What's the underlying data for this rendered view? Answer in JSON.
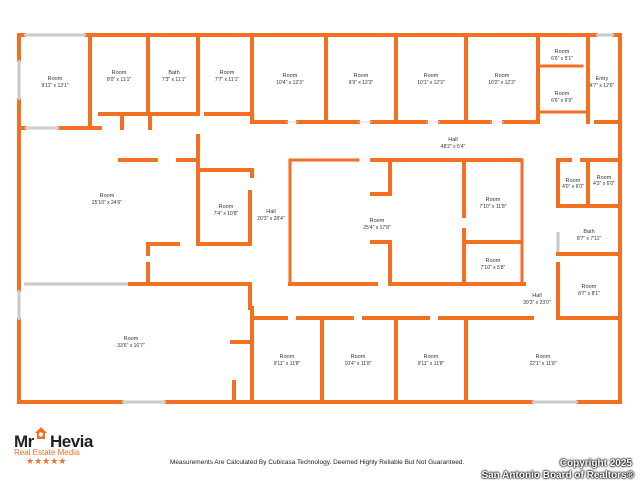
{
  "rooms": [
    {
      "name": "Room",
      "dim": "9'11\" x 13'1\""
    },
    {
      "name": "Room",
      "dim": "8'0\" x 11'1\""
    },
    {
      "name": "Bath",
      "dim": "7'3\" x 11'1\""
    },
    {
      "name": "Room",
      "dim": "7'7\" x 11'1\""
    },
    {
      "name": "Room",
      "dim": "10'4\" x 12'3\""
    },
    {
      "name": "Room",
      "dim": "9'9\" x 12'3\""
    },
    {
      "name": "Room",
      "dim": "10'1\" x 12'3\""
    },
    {
      "name": "Room",
      "dim": "10'2\" x 12'3\""
    },
    {
      "name": "Room",
      "dim": "6'6\" x 5'1\""
    },
    {
      "name": "Room",
      "dim": "6'6\" x 6'9\""
    },
    {
      "name": "Entry",
      "dim": "4'7\" x 12'6\""
    },
    {
      "name": "Hall",
      "dim": "48'2\" x 5'4\""
    },
    {
      "name": "Room",
      "dim": "25'10\" x 24'6\""
    },
    {
      "name": "Room",
      "dim": "7'4\" x 10'8\""
    },
    {
      "name": "Hall",
      "dim": "20'3\" x 28'4\""
    },
    {
      "name": "Room",
      "dim": "25'4\" x 17'8\""
    },
    {
      "name": "Room",
      "dim": "7'10\" x 11'8\""
    },
    {
      "name": "Room",
      "dim": "7'10\" x 5'8\""
    },
    {
      "name": "Room",
      "dim": "4'0\" x 6'0\""
    },
    {
      "name": "Room",
      "dim": "4'3\" x 6'0\""
    },
    {
      "name": "Bath",
      "dim": "8'7\" x 7'11\""
    },
    {
      "name": "Room",
      "dim": "8'7\" x 8'1\""
    },
    {
      "name": "Hall",
      "dim": "39'3\" x 23'0\""
    },
    {
      "name": "Room",
      "dim": "33'6\" x 16'7\""
    },
    {
      "name": "Room",
      "dim": "9'11\" x 11'8\""
    },
    {
      "name": "Room",
      "dim": "10'4\" x 11'8\""
    },
    {
      "name": "Room",
      "dim": "9'11\" x 11'8\""
    },
    {
      "name": "Room",
      "dim": "22'1\" x 11'8\""
    }
  ],
  "footer": {
    "disclaimer": "Measurements Are Calculated By Cubicasa Technology. Deemed Highly Reliable But Not Guaranteed.",
    "copyright_line1": "Copyright 2025",
    "copyright_line2": "San Antonio Board of Realtors®"
  },
  "logo": {
    "name_part1": "Mr",
    "name_part2": "Hevia",
    "tagline": "Real Estate Media",
    "stars": "★★★★★"
  },
  "colors": {
    "wall": "#f36f21",
    "background": "#ffffff",
    "window": "#c9c9c9"
  }
}
